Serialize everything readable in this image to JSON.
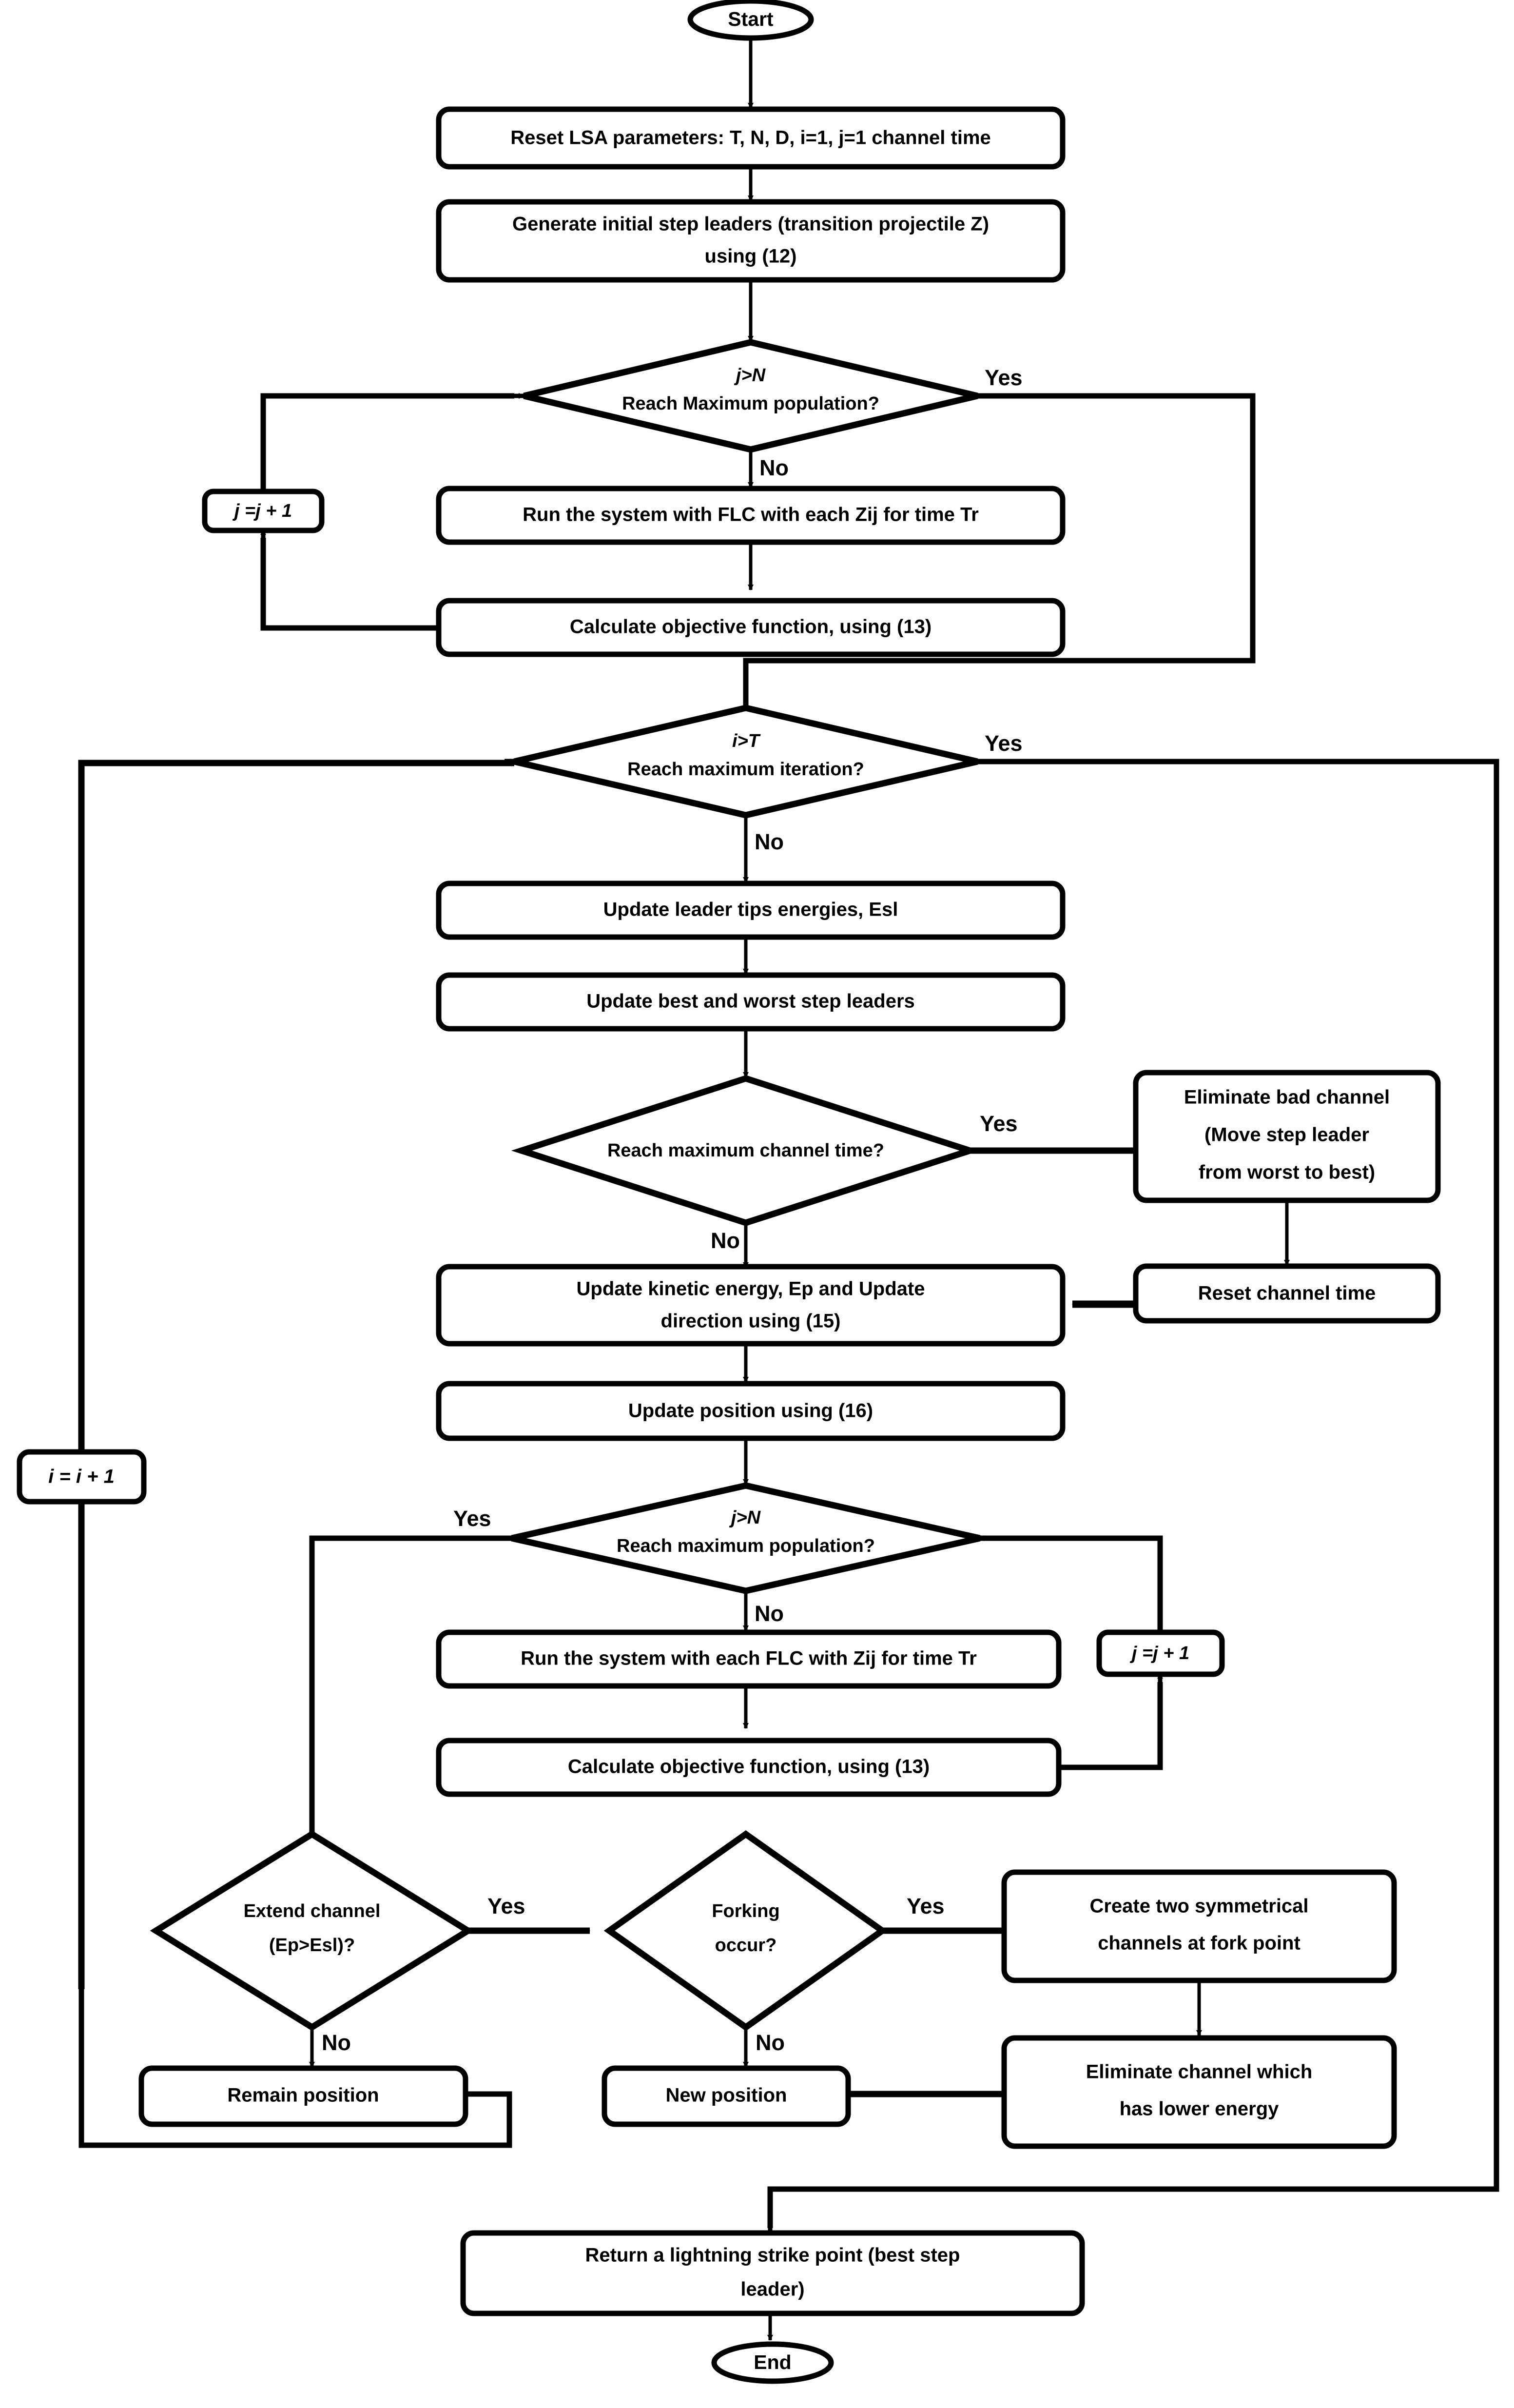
{
  "diagram": {
    "title": "LSA-FLC optimization flowchart",
    "colors": {
      "stroke": "#000000",
      "fill": "#ffffff",
      "text": "#000000"
    },
    "terminals": {
      "start": "Start",
      "end": "End"
    },
    "processes": {
      "reset_params": "Reset LSA parameters: T, N, D,  i=1, j=1 channel time",
      "generate_leaders_l1": "Generate initial step leaders (transition projectile Z)",
      "generate_leaders_l2": "using (12)",
      "run_flc_1": "Run the system with FLC with each Zij for time Tr",
      "calc_obj_1": "Calculate objective function, using (13)",
      "j_inc_1": "j =j + 1",
      "update_tip_energies": "Update leader tips energies, Esl",
      "update_best_worst": "Update best and worst step leaders",
      "eliminate_bad_channel_l1": "Eliminate bad channel",
      "eliminate_bad_channel_l2": "(Move step leader",
      "eliminate_bad_channel_l3": "from worst to best)",
      "reset_channel_time": "Reset channel time",
      "update_kinetic_l1": "Update kinetic energy, Ep and Update",
      "update_kinetic_l2": "direction using (15)",
      "update_position": "Update position using (16)",
      "i_inc": "i = i + 1",
      "run_flc_2": "Run the system with each FLC with  Zij for time Tr",
      "calc_obj_2": "Calculate objective function, using (13)",
      "j_inc_2": "j =j + 1",
      "create_two_channels_l1": "Create two symmetrical",
      "create_two_channels_l2": "channels at fork point",
      "eliminate_lower_energy_l1": "Eliminate channel which",
      "eliminate_lower_energy_l2": "has lower energy",
      "remain_position": "Remain position",
      "new_position": "New position",
      "return_point_l1": "Return a lightning strike point (best step",
      "return_point_l2": "leader)"
    },
    "decisions": {
      "jgtn_1_l1": "j>N",
      "jgtn_1_l2": "Reach Maximum population?",
      "igtt_l1": "i>T",
      "igtt_l2": "Reach maximum iteration?",
      "max_channel_time": "Reach maximum channel time?",
      "jgtn_2_l1": "j>N",
      "jgtn_2_l2": "Reach maximum population?",
      "extend_channel_l1": "Extend channel",
      "extend_channel_l2": "(Ep>Esl)?",
      "forking_l1": "Forking",
      "forking_l2": "occur?"
    },
    "edge_labels": {
      "yes_jgtn1": "Yes",
      "no_jgtn1": "No",
      "yes_igtt": "Yes",
      "no_igtt": "No",
      "yes_channel_time": "Yes",
      "no_channel_time": "No",
      "yes_jgtn2": "Yes",
      "no_jgtn2": "No",
      "yes_extend": "Yes",
      "no_extend": "No",
      "yes_forking": "Yes",
      "no_forking": "No"
    }
  }
}
